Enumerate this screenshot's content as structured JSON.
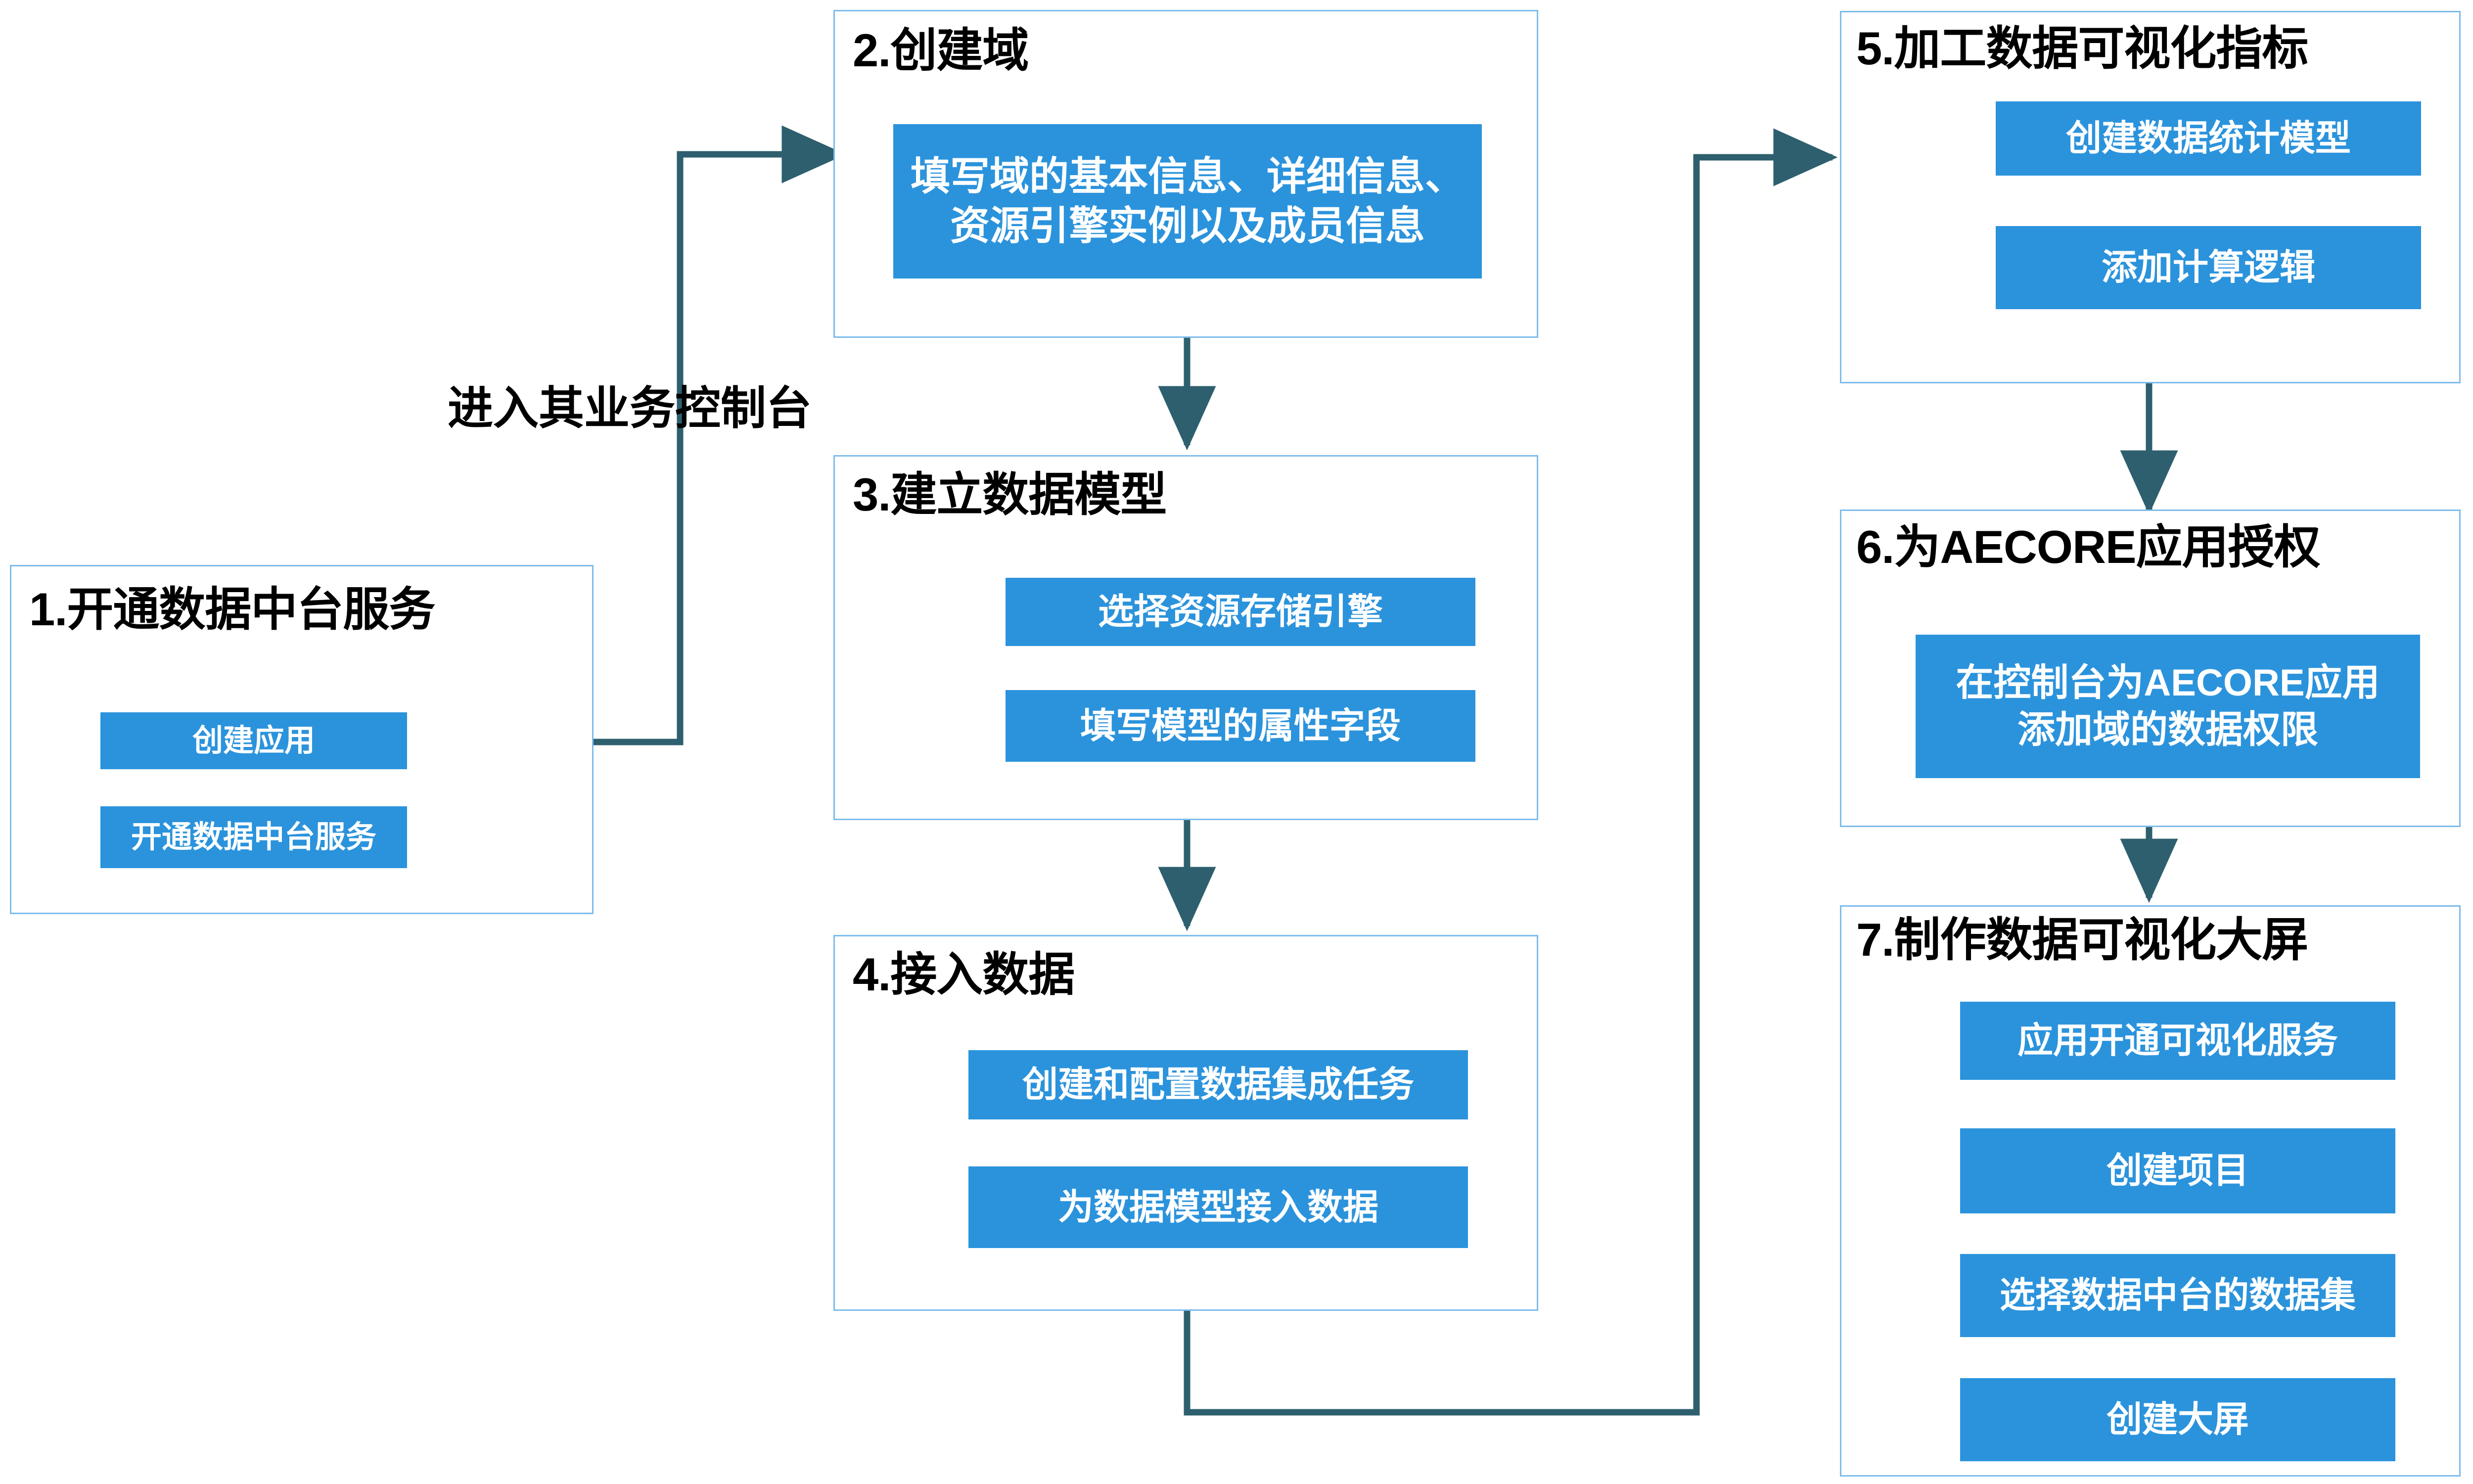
{
  "diagram": {
    "title_type": "flowchart",
    "edge_label": "进入其业务控制台",
    "colors": {
      "chip_fill": "#2b93dc",
      "chip_text": "#ffffff",
      "stage_border": "#7cbceb",
      "connector": "#2e5f6e",
      "inner_arrow": "#000000",
      "background": "#ffffff"
    },
    "stages": [
      {
        "id": "stage-1",
        "title": "1.开通数据中台服务",
        "steps": [
          {
            "label": "创建应用"
          },
          {
            "label": "开通数据中台服务"
          }
        ]
      },
      {
        "id": "stage-2",
        "title": "2.创建域",
        "steps": [
          {
            "label": "填写域的基本信息、详细信息、\n资源引擎实例以及成员信息"
          }
        ]
      },
      {
        "id": "stage-3",
        "title": "3.建立数据模型",
        "steps": [
          {
            "label": "选择资源存储引擎"
          },
          {
            "label": "填写模型的属性字段"
          }
        ]
      },
      {
        "id": "stage-4",
        "title": "4.接入数据",
        "steps": [
          {
            "label": "创建和配置数据集成任务"
          },
          {
            "label": "为数据模型接入数据"
          }
        ]
      },
      {
        "id": "stage-5",
        "title": "5.加工数据可视化指标",
        "steps": [
          {
            "label": "创建数据统计模型"
          },
          {
            "label": "添加计算逻辑"
          }
        ]
      },
      {
        "id": "stage-6",
        "title": "6.为AECORE应用授权",
        "steps": [
          {
            "label": "在控制台为AECORE应用\n添加域的数据权限"
          }
        ]
      },
      {
        "id": "stage-7",
        "title": "7.制作数据可视化大屏",
        "steps": [
          {
            "label": "应用开通可视化服务"
          },
          {
            "label": "创建项目"
          },
          {
            "label": "选择数据中台的数据集"
          },
          {
            "label": "创建大屏"
          }
        ]
      }
    ]
  }
}
